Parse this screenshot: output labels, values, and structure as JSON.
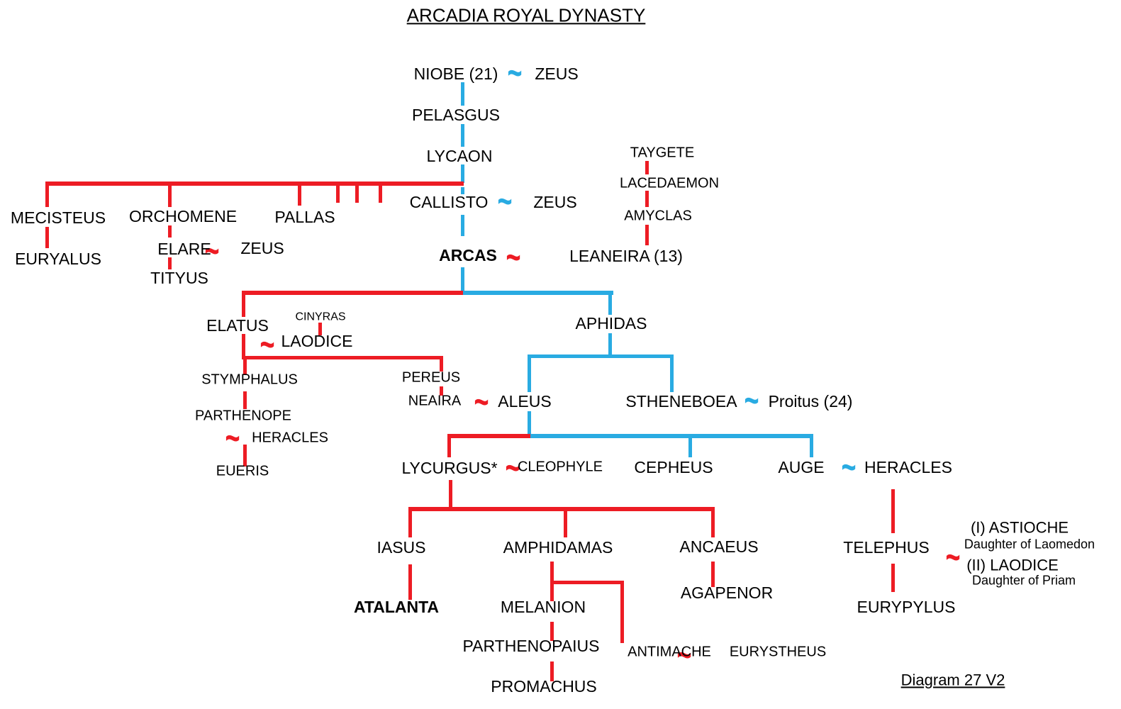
{
  "title": "ARCADIA ROYAL DYNASTY",
  "footer": "Diagram 27 V2",
  "symbols": {
    "marriage": "~"
  },
  "colors": {
    "paternal_line": "#ed1c24",
    "maternal_line": "#29abe2",
    "text": "#000000",
    "background": "#ffffff"
  },
  "nodes": {
    "niobe": "NIOBE (21)",
    "zeus_a": "ZEUS",
    "pelasgus": "PELASGUS",
    "lycaon": "LYCAON",
    "taygete": "TAYGETE",
    "lacedaemon": "LACEDAEMON",
    "amyclas": "AMYCLAS",
    "mecisteus": "MECISTEUS",
    "orchomene": "ORCHOMENE",
    "pallas": "PALLAS",
    "euryalus": "EURYALUS",
    "elare": "ELARE",
    "zeus_b": "ZEUS",
    "tityus": "TITYUS",
    "callisto": "CALLISTO",
    "zeus_c": "ZEUS",
    "arcas": "ARCAS",
    "leaneira": "LEANEIRA (13)",
    "elatus": "ELATUS",
    "cinyras": "CINYRAS",
    "laodice": "LAODICE",
    "aphidas": "APHIDAS",
    "stymphalus": "STYMPHALUS",
    "pereus": "PEREUS",
    "neaira": "NEAIRA",
    "aleus": "ALEUS",
    "stheneboea": "STHENEBOEA",
    "proitus": "Proitus (24)",
    "parthenope": "PARTHENOPE",
    "heracles_a": "HERACLES",
    "eueris": "EUERIS",
    "lycurgus": "LYCURGUS*",
    "cleophyle": "CLEOPHYLE",
    "cepheus": "CEPHEUS",
    "auge": "AUGE",
    "heracles_b": "HERACLES",
    "iasus": "IASUS",
    "amphidamas": "AMPHIDAMAS",
    "ancaeus": "ANCAEUS",
    "telephus": "TELEPHUS",
    "wife1_name": "(I) ASTIOCHE",
    "wife1_note": "Daughter of Laomedon",
    "wife2_name": "(II) LAODICE",
    "wife2_note": "Daughter of Priam",
    "atalanta": "ATALANTA",
    "melanion": "MELANION",
    "agapenor": "AGAPENOR",
    "parthenopaius": "PARTHENOPAIUS",
    "antimache": "ANTIMACHE",
    "eurystheus": "EURYSTHEUS",
    "promachus": "PROMACHUS",
    "eurypylus": "EURYPYLUS"
  }
}
